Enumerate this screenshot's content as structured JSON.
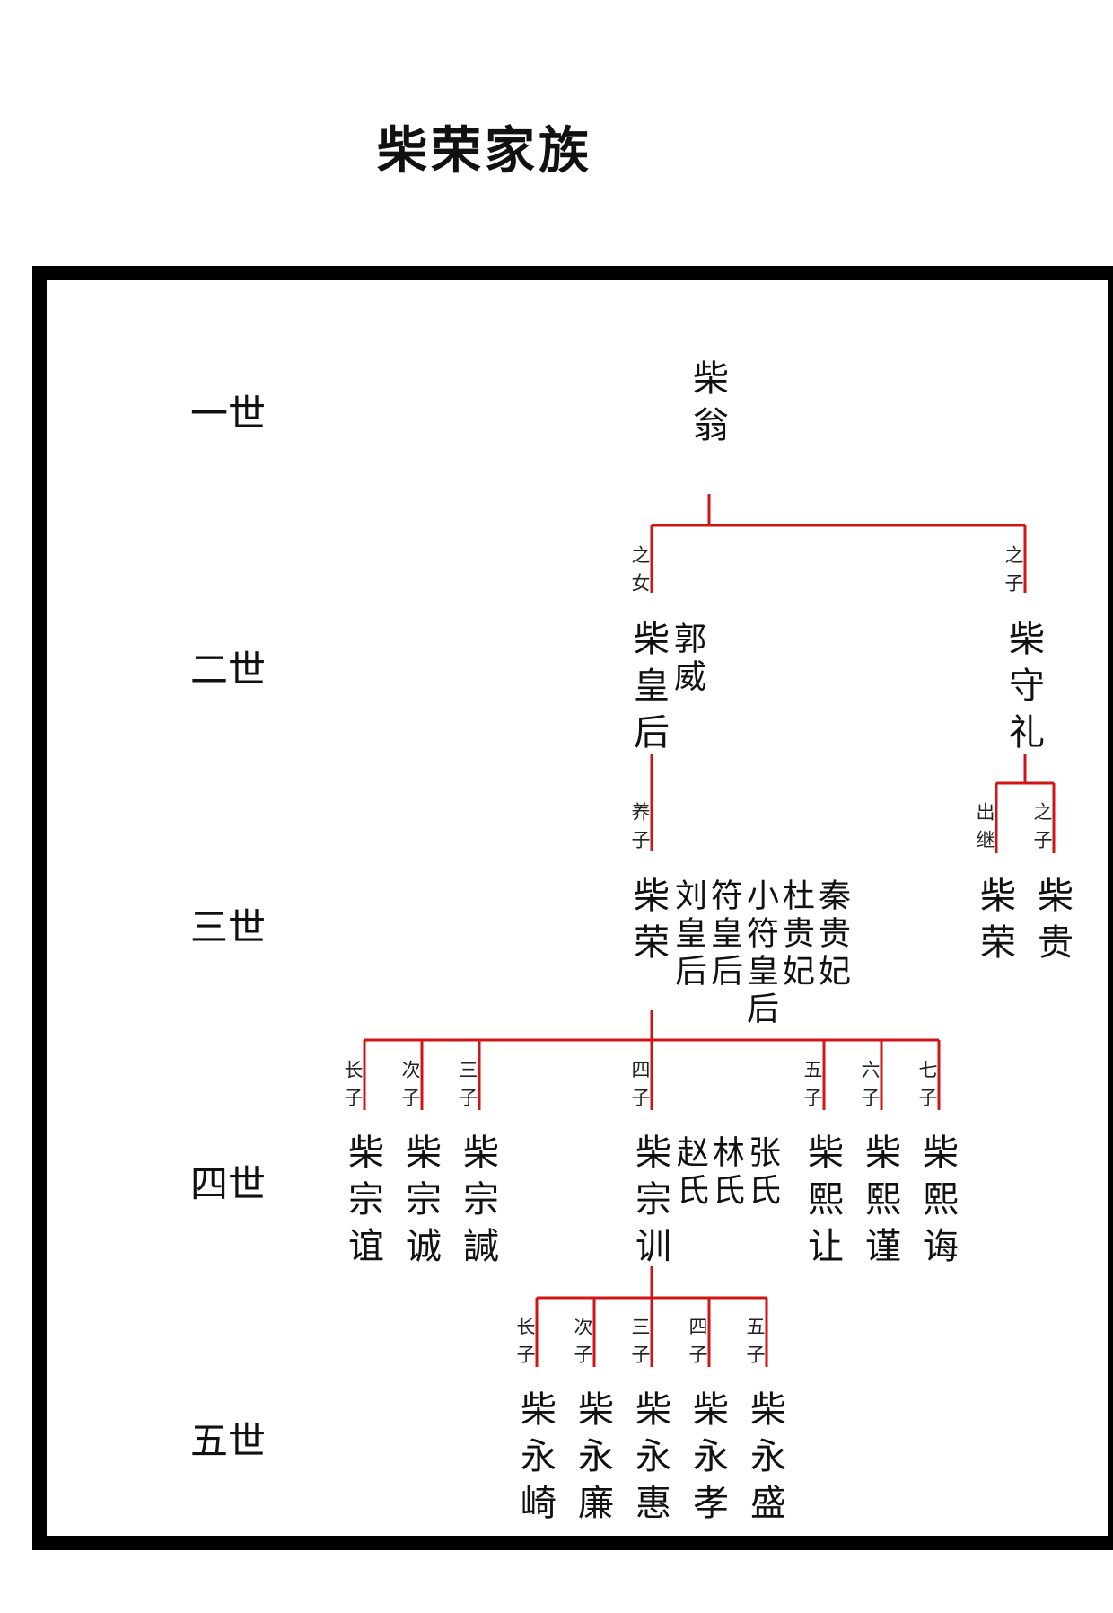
{
  "title": "柴荣家族",
  "colors": {
    "line": "#d11515",
    "frame": "#000000",
    "text": "#111111"
  },
  "generations": [
    "一世",
    "二世",
    "三世",
    "四世",
    "五世"
  ],
  "gen1": {
    "chai_weng": "柴翁"
  },
  "gen2": {
    "rel_daughter": "之女",
    "rel_son": "之子",
    "empress": "柴皇后",
    "guo_wei": "郭威",
    "chai_shouli": "柴守礼"
  },
  "gen3": {
    "rel_adopted": "养子",
    "rel_chuji": "出继",
    "rel_son": "之子",
    "chai_rong": "柴荣",
    "spouses": [
      "刘皇后",
      "符皇后",
      "小符皇后",
      "杜贵妃",
      "秦贵妃"
    ],
    "chai_rong_2": "柴荣",
    "chai_gui": "柴贵"
  },
  "gen4": {
    "rels": [
      "长子",
      "次子",
      "三子",
      "四子",
      "五子",
      "六子",
      "七子"
    ],
    "sons": [
      "柴宗谊",
      "柴宗诚",
      "柴宗諴",
      "柴宗训",
      "柴熙让",
      "柴熙谨",
      "柴熙诲"
    ],
    "spouses": [
      "赵氏",
      "林氏",
      "张氏"
    ]
  },
  "gen5": {
    "rels": [
      "长子",
      "次子",
      "三子",
      "四子",
      "五子"
    ],
    "sons": [
      "柴永崎",
      "柴永廉",
      "柴永惠",
      "柴永孝",
      "柴永盛"
    ]
  }
}
